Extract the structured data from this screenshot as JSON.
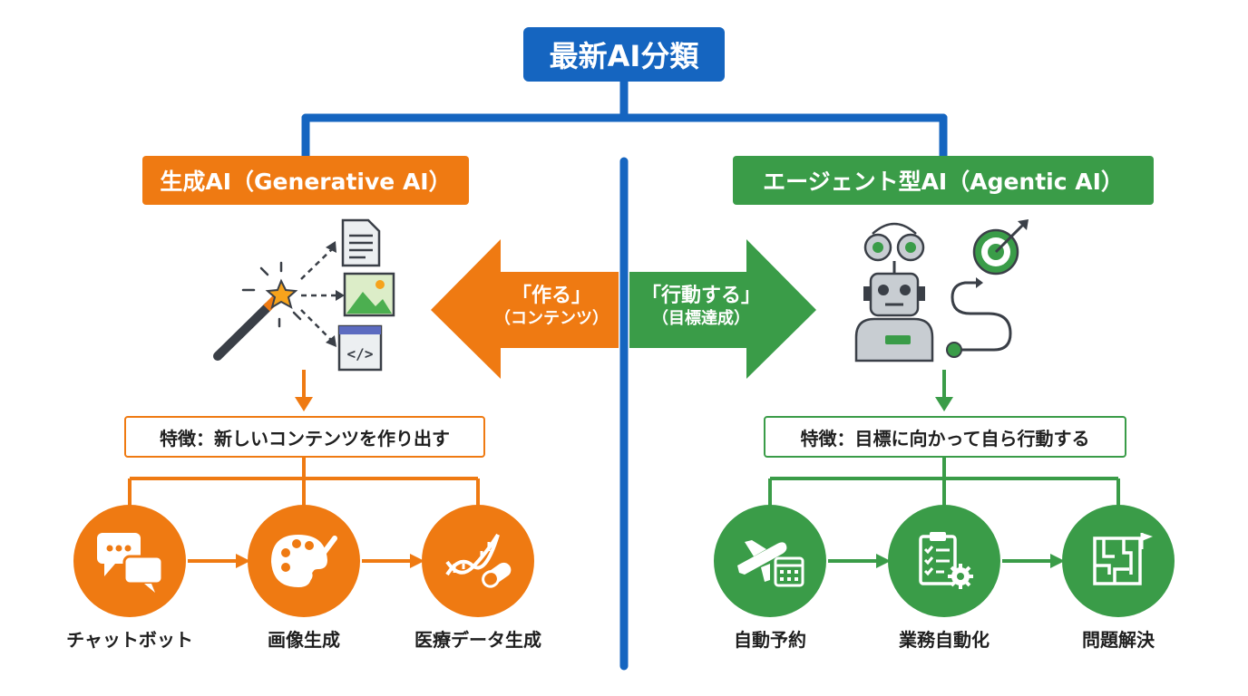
{
  "title": "最新AI分類",
  "generative": {
    "label": "生成AI（Generative AI）",
    "feature": "特徴：新しいコンテンツを作り出す",
    "arrow_main": "「作る」",
    "arrow_sub": "（コンテンツ）",
    "examples": [
      {
        "label": "チャットボット",
        "icon": "chat-bubbles-icon"
      },
      {
        "label": "画像生成",
        "icon": "palette-brush-icon"
      },
      {
        "label": "医療データ生成",
        "icon": "dna-capsule-icon"
      }
    ],
    "illustration_icons": [
      "magic-wand-icon",
      "document-icon",
      "image-icon",
      "code-window-icon"
    ]
  },
  "agentic": {
    "label": "エージェント型AI（Agentic AI）",
    "feature": "特徴：目標に向かって自ら行動する",
    "arrow_main": "「行動する」",
    "arrow_sub": "（目標達成）",
    "examples": [
      {
        "label": "自動予約",
        "icon": "plane-calendar-icon"
      },
      {
        "label": "業務自動化",
        "icon": "checklist-gear-icon"
      },
      {
        "label": "問題解決",
        "icon": "maze-flag-icon"
      }
    ],
    "illustration_icons": [
      "robot-icon",
      "target-icon",
      "path-icon"
    ]
  },
  "colors": {
    "blue": "#1565c0",
    "orange": "#ef7a12",
    "green": "#3a9c48"
  }
}
